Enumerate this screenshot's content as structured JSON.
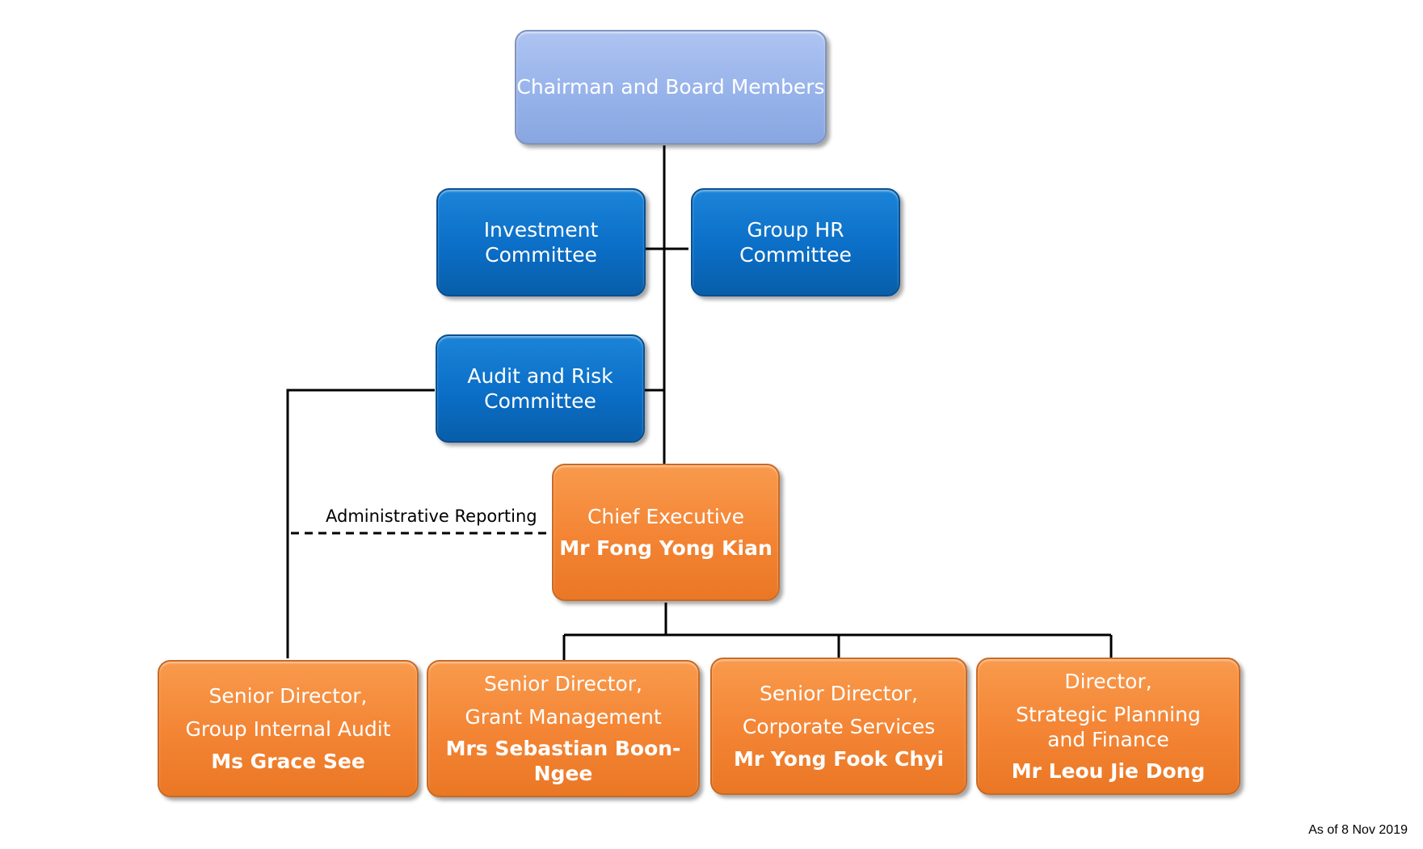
{
  "board": {
    "label": "Chairman and Board Members"
  },
  "committees": {
    "investment": {
      "line1": "Investment",
      "line2": "Committee"
    },
    "group_hr": {
      "line1": "Group HR",
      "line2": "Committee"
    },
    "audit_risk": {
      "line1": "Audit and Risk",
      "line2": "Committee"
    }
  },
  "chief_executive": {
    "role": "Chief Executive",
    "name": "Mr Fong Yong Kian"
  },
  "directors": [
    {
      "role": "Senior Director,",
      "unit": "Group Internal Audit",
      "name": "Ms Grace See"
    },
    {
      "role": "Senior Director,",
      "unit": "Grant Management",
      "name": "Mrs Sebastian Boon-Ngee"
    },
    {
      "role": "Senior Director,",
      "unit": "Corporate Services",
      "name": "Mr Yong Fook Chyi"
    },
    {
      "role": "Director,",
      "unit": "Strategic Planning and Finance",
      "name": "Mr Leou Jie Dong"
    }
  ],
  "admin_reporting_label": "Administrative Reporting",
  "as_of_note": "As of 8 Nov 2019",
  "colors": {
    "board_fill": "#9ab5ea",
    "committee_fill": "#0b6ec7",
    "executive_fill": "#f38434",
    "connector": "#000000"
  }
}
